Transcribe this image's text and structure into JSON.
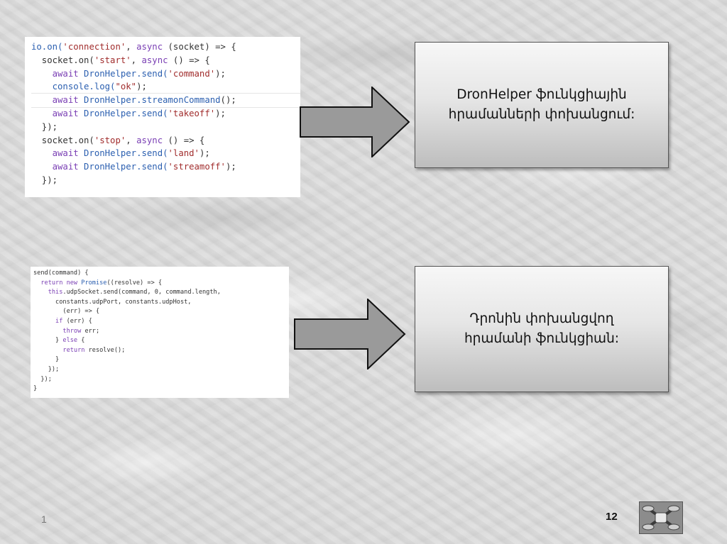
{
  "code_block_1": [
    [
      [
        "fn",
        "io.on("
      ],
      [
        "str",
        "'connection'"
      ],
      [
        "plain",
        ", "
      ],
      [
        "kw",
        "async"
      ],
      [
        "plain",
        " (socket) => {"
      ]
    ],
    [
      [
        "plain",
        "  socket.on("
      ],
      [
        "str",
        "'start'"
      ],
      [
        "plain",
        ", "
      ],
      [
        "kw",
        "async"
      ],
      [
        "plain",
        " () => {"
      ]
    ],
    [
      [
        "kw",
        "    await "
      ],
      [
        "fn",
        "DronHelper.send("
      ],
      [
        "str",
        "'command'"
      ],
      [
        "plain",
        ");"
      ]
    ],
    [
      [
        "fn",
        "    console.log("
      ],
      [
        "str",
        "\"ok\""
      ],
      [
        "plain",
        ");"
      ]
    ],
    [
      [
        "kw",
        "    await "
      ],
      [
        "fn",
        "DronHelper.streamonCommand"
      ],
      [
        "plain",
        "();"
      ]
    ],
    [
      [
        "kw",
        "    await "
      ],
      [
        "fn",
        "DronHelper.send("
      ],
      [
        "str",
        "'takeoff'"
      ],
      [
        "plain",
        ");"
      ]
    ],
    [
      [
        "plain",
        "  });"
      ]
    ],
    [
      [
        "plain",
        "  socket.on("
      ],
      [
        "str",
        "'stop'"
      ],
      [
        "plain",
        ", "
      ],
      [
        "kw",
        "async"
      ],
      [
        "plain",
        " () => {"
      ]
    ],
    [
      [
        "kw",
        "    await "
      ],
      [
        "fn",
        "DronHelper.send("
      ],
      [
        "str",
        "'land'"
      ],
      [
        "plain",
        ");"
      ]
    ],
    [
      [
        "kw",
        "    await "
      ],
      [
        "fn",
        "DronHelper.send("
      ],
      [
        "str",
        "'streamoff'"
      ],
      [
        "plain",
        ");"
      ]
    ],
    [
      [
        "plain",
        "  });"
      ]
    ]
  ],
  "code_block_2": [
    [
      [
        "plain",
        "send(command) {"
      ]
    ],
    [
      [
        "kw",
        "  return new "
      ],
      [
        "fn",
        "Promise"
      ],
      [
        "plain",
        "((resolve) => {"
      ]
    ],
    [
      [
        "kw",
        "    this"
      ],
      [
        "plain",
        ".udpSocket.send(command, 0, command.length,"
      ]
    ],
    [
      [
        "plain",
        "      constants.udpPort, constants.udpHost,"
      ]
    ],
    [
      [
        "plain",
        "        (err) => {"
      ]
    ],
    [
      [
        "kw",
        "      if"
      ],
      [
        "plain",
        " (err) {"
      ]
    ],
    [
      [
        "kw",
        "        throw"
      ],
      [
        "plain",
        " err;"
      ]
    ],
    [
      [
        "plain",
        "      } "
      ],
      [
        "kw",
        "else"
      ],
      [
        "plain",
        " {"
      ]
    ],
    [
      [
        "kw",
        "        return"
      ],
      [
        "plain",
        " resolve();"
      ]
    ],
    [
      [
        "plain",
        "      }"
      ]
    ],
    [
      [
        "plain",
        "    });"
      ]
    ],
    [
      [
        "plain",
        "  });"
      ]
    ],
    [
      [
        "plain",
        "}"
      ]
    ]
  ],
  "box1": {
    "line1": "DronHelper ֆունկցիային",
    "line2": "հրամանների փոխանցում:"
  },
  "box2": {
    "line1": "Դրոնին փոխանցվող",
    "line2": "հրամանի ֆունկցիան:"
  },
  "footer": {
    "slide_index": "1",
    "page_number": "12"
  },
  "icons": {
    "arrow": "right-arrow-icon",
    "thumbnail": "drone-icon"
  },
  "colors": {
    "keyword": "#7a3fb4",
    "function": "#2b5fb0",
    "string": "#a12d2d",
    "text": "#333333"
  }
}
